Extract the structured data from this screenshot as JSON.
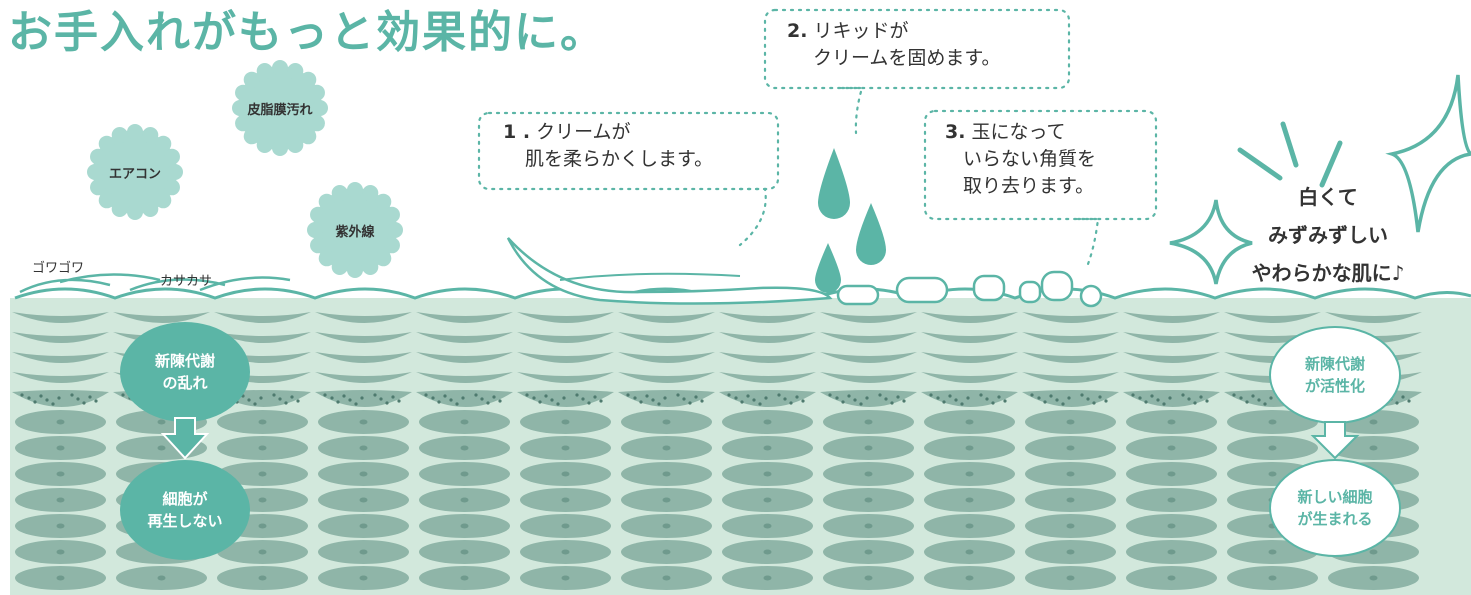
{
  "title": "お手入れがもっと効果的に。",
  "factors": [
    {
      "id": "sebum",
      "label": "皮脂膜汚れ"
    },
    {
      "id": "aircon",
      "label": "エアコン"
    },
    {
      "id": "uv",
      "label": "紫外線"
    }
  ],
  "skin_tags": {
    "rough": "ゴワゴワ",
    "dry": "カサカサ"
  },
  "steps": [
    {
      "num": "1 .",
      "line1": "クリームが",
      "line2": "肌を柔らかくします。"
    },
    {
      "num": "2.",
      "line1": "リキッドが",
      "line2": "クリームを固めます。"
    },
    {
      "num": "3.",
      "line1": "玉になって",
      "line2": "いらない角質を",
      "line3": "取り去ります。"
    }
  ],
  "result": {
    "line1": "白くて",
    "line2": "みずみずしい",
    "line3": "やわらかな肌に♪"
  },
  "left_cycle": {
    "top": {
      "line1": "新陳代謝",
      "line2": "の乱れ"
    },
    "bottom": {
      "line1": "細胞が",
      "line2": "再生しない"
    }
  },
  "right_cycle": {
    "top": {
      "line1": "新陳代謝",
      "line2": "が活性化"
    },
    "bottom": {
      "line1": "新しい細胞",
      "line2": "が生まれる"
    }
  },
  "colors": {
    "teal": "#5bb5a6",
    "light_teal": "#a9d9d0",
    "skin_bg": "#d2e8dc",
    "cell": "#8fb5a8",
    "cell_dark": "#6f9a8d",
    "white": "#ffffff"
  }
}
